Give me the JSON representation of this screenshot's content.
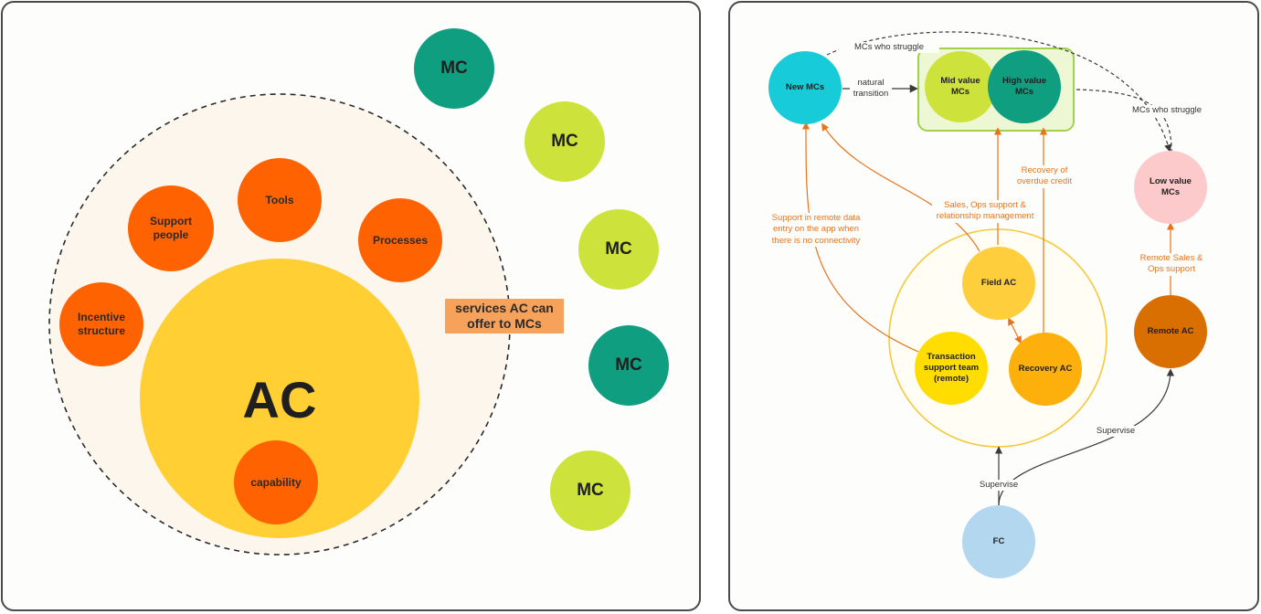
{
  "left": {
    "center_label": "AC",
    "inner_label": "capability",
    "services": [
      "Incentive structure",
      "Support people",
      "Tools",
      "Processes"
    ],
    "callout": "services AC can offer to MCs",
    "mc_nodes": [
      "MC",
      "MC",
      "MC",
      "MC",
      "MC"
    ]
  },
  "right": {
    "nodes": {
      "new_mcs": "New MCs",
      "mid_value": "Mid value MCs",
      "high_value": "High value MCs",
      "low_value": "Low value MCs",
      "field_ac": "Field AC",
      "transaction": "Transaction support team (remote)",
      "recovery": "Recovery AC",
      "remote_ac": "Remote AC",
      "fc": "FC"
    },
    "edges": {
      "struggle_top": "MCs who struggle",
      "natural_transition": "natural transition",
      "struggle_right": "MCs who struggle",
      "recovery_credit": "Recovery of overdue credit",
      "sales_ops": "Sales, Ops support & relationship management",
      "support_remote": "Support in remote data entry on the app when there is no connectivity",
      "remote_sales": "Remote Sales & Ops support",
      "supervise_remote": "Supervise",
      "supervise_team": "Supervise"
    }
  },
  "colors": {
    "orange": "#ff6200",
    "yellow": "#ffcf33",
    "cream": "#fdf6ec",
    "teal": "#0f9e80",
    "lime": "#cde33b",
    "cyan": "#18cbd8",
    "green_box": "#edf7d4",
    "green_border": "#9fd14e",
    "pink": "#fccaca",
    "field_yellow": "#fece3d",
    "transaction_yellow": "#ffdd00",
    "recovery_orange": "#fdb00b",
    "remote_brown": "#d86f00",
    "fc_blue": "#b3d7ef",
    "arrow_orange": "#e8731a"
  }
}
